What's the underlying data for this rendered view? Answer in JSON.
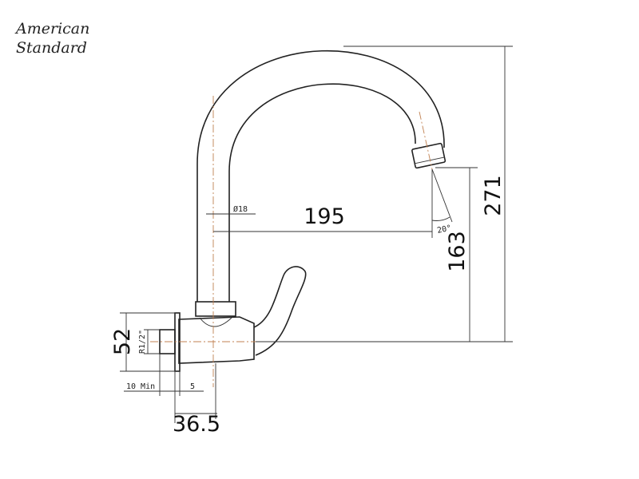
{
  "logo": {
    "line1": "American",
    "line2": "Standard"
  },
  "dimensions": {
    "tube_diameter": "Ø18",
    "reach": "195",
    "spout_angle": "20°",
    "spout_height": "163",
    "total_height": "271",
    "flange_height": "52",
    "thread": "R1/2\"",
    "wall_min": "10 Min",
    "flange_thickness": "5",
    "offset": "36.5"
  }
}
